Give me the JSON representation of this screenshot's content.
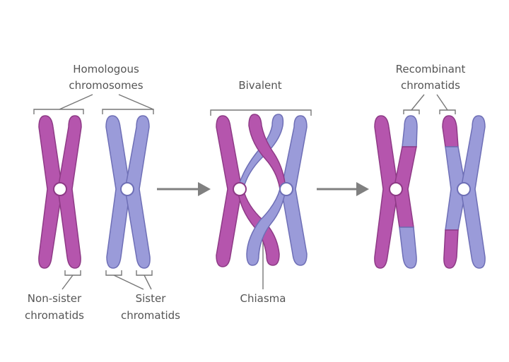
{
  "labels": {
    "homologous_line1": "Homologous",
    "homologous_line2": "chromosomes",
    "bivalent": "Bivalent",
    "recombinant_line1": "Recombinant",
    "recombinant_line2": "chromatids",
    "non_sister_line1": "Non-sister",
    "non_sister_line2": "chromatids",
    "sister_line1": "Sister",
    "sister_line2": "chromatids",
    "chiasma": "Chiasma"
  },
  "colors": {
    "magenta": "#b555ad",
    "magenta_stroke": "#8e3a86",
    "lavender": "#9a9bd9",
    "lavender_stroke": "#6e6fb6",
    "line": "#777777",
    "arrow": "#808080",
    "text": "#555555"
  }
}
